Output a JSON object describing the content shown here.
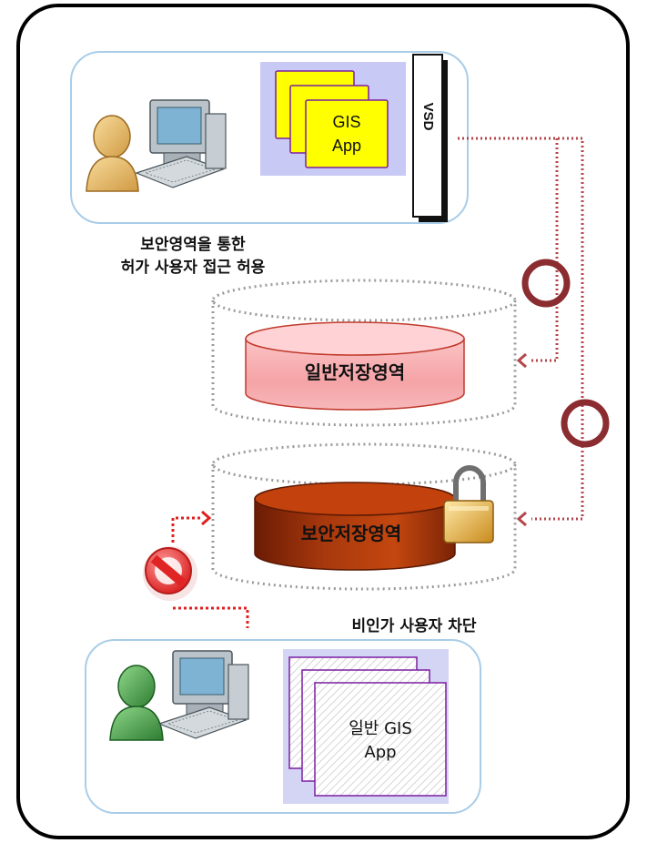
{
  "top_panel": {
    "app_label_line1": "GIS",
    "app_label_line2": "App",
    "vsd_label": "VSD"
  },
  "allowed_caption": {
    "line1": "보안영역을 통한",
    "line2": "허가 사용자 접근 허용"
  },
  "general_storage": {
    "label": "일반저장영역"
  },
  "secure_storage": {
    "label": "보안저장영역"
  },
  "blocked_caption": {
    "text": "비인가 사용자 차단"
  },
  "bottom_panel": {
    "app_label_line1": "일반 GIS",
    "app_label_line2": "App"
  },
  "colors": {
    "panel_border": "#a9cde8",
    "app_yellow": "#ffff00",
    "app_bg_top": "#c9c9f5",
    "connector_red": "#b5454a",
    "allow_circle": "#8b2c31",
    "general_cyl_top": "#ffc7c9",
    "general_cyl_body": "#f6a8ab",
    "secure_cyl_top": "#c2410c",
    "secure_cyl_body": "#8e2c08",
    "blocked_user": "#3f9b3f",
    "allowed_user": "#e8b668"
  }
}
